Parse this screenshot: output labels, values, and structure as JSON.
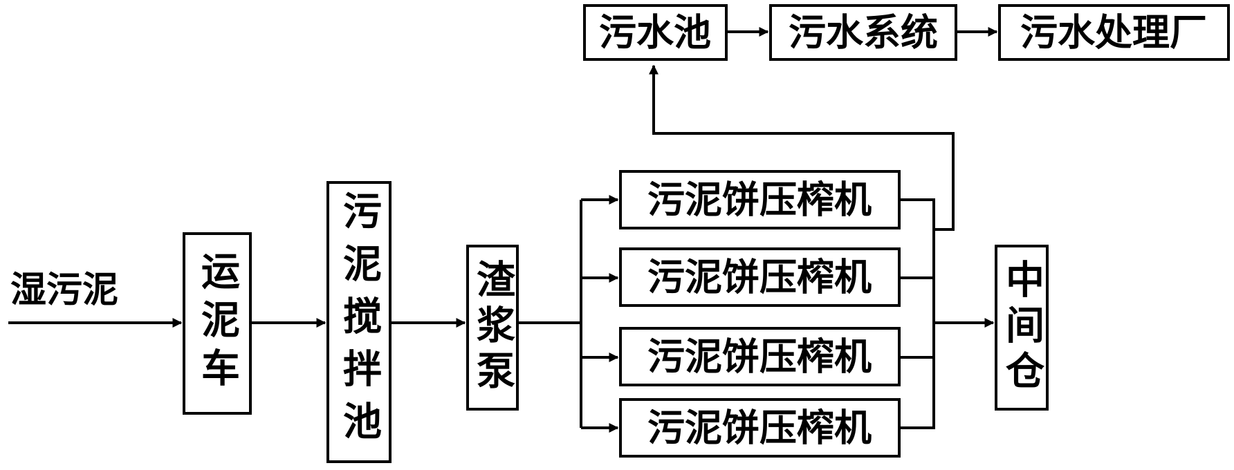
{
  "diagram": {
    "input_label": "湿污泥",
    "nodes": {
      "truck": "运泥车",
      "mixing_tank": "污泥搅拌池",
      "slurry_pump": "渣浆泵",
      "press_1": "污泥饼压榨机",
      "press_2": "污泥饼压榨机",
      "press_3": "污泥饼压榨机",
      "press_4": "污泥饼压榨机",
      "intermediate_bin": "中间仓",
      "sewage_tank": "污水池",
      "sewage_system": "污水系统",
      "treatment_plant": "污水处理厂"
    }
  }
}
